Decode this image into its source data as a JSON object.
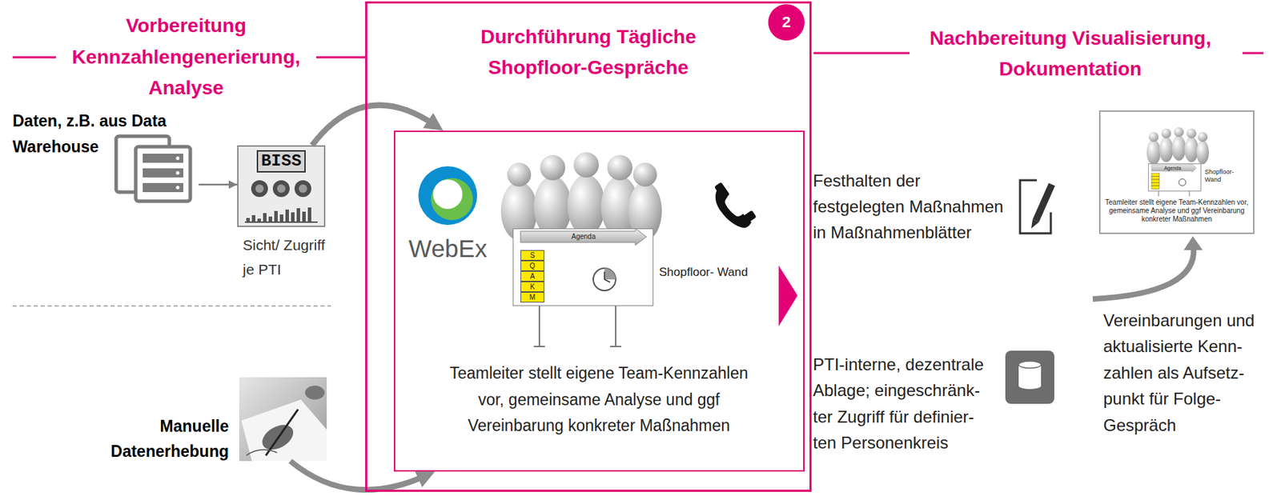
{
  "diagram": {
    "nodes": [
      {
        "text": [
          "Daten, z.B. aus Data Warehouse"
        ]
      },
      {
        "text": [
          "BISS",
          "Sicht/ Zugriff je PTI"
        ]
      },
      {
        "text": [
          "Manuelle Datenerhebung"
        ]
      },
      {
        "text": [
          "Durchführung Tägliche Shopfloor-Gespräche"
        ]
      },
      {
        "text": [
          "2"
        ],
        "in": 3
      },
      {
        "text": [
          "Teamleiter stellt eigene Team-Kennzahlen vor, gemeinsame Analyse und ggf Vereinbarung konkreter Maßnahmen"
        ],
        "in": 3
      },
      {
        "text": [
          "Agenda",
          "S",
          "Q",
          "A",
          "K",
          "M",
          "Shopfloor- Wand"
        ],
        "in": 5
      },
      {
        "text": [
          "Teamleiter stellt eigene Team-Kennzahlen vor, gemeinsame Analyse und ggf Vereinbarung konkreter Maßnahmen"
        ]
      },
      {
        "text": [
          "Agenda",
          "Shopfloor- Wand"
        ],
        "in": 7
      }
    ],
    "edges": [
      {
        "from": 0,
        "to": 1,
        "arrow": "to"
      },
      {
        "from": 1,
        "to": 5,
        "arrow": "to"
      },
      {
        "from": 2,
        "to": 5,
        "arrow": "to"
      }
    ],
    "labels": [
      "Vorbereitung Kennzahlengenerierung, Analyse",
      "WebEx",
      "Nachbereitung Visualisierung, Dokumentation",
      "Festhalten der festgelegten Maßnahmen in Maßnahmenblätter",
      "PTI-interne, dezentrale Ablage; eingeschränk- ter Zugriff für definier- ten Personenkreis",
      "Vereinbarungen und aktualisierte Kenn- zahlen als Aufsetz- punkt für Folge- Gespräch"
    ]
  }
}
